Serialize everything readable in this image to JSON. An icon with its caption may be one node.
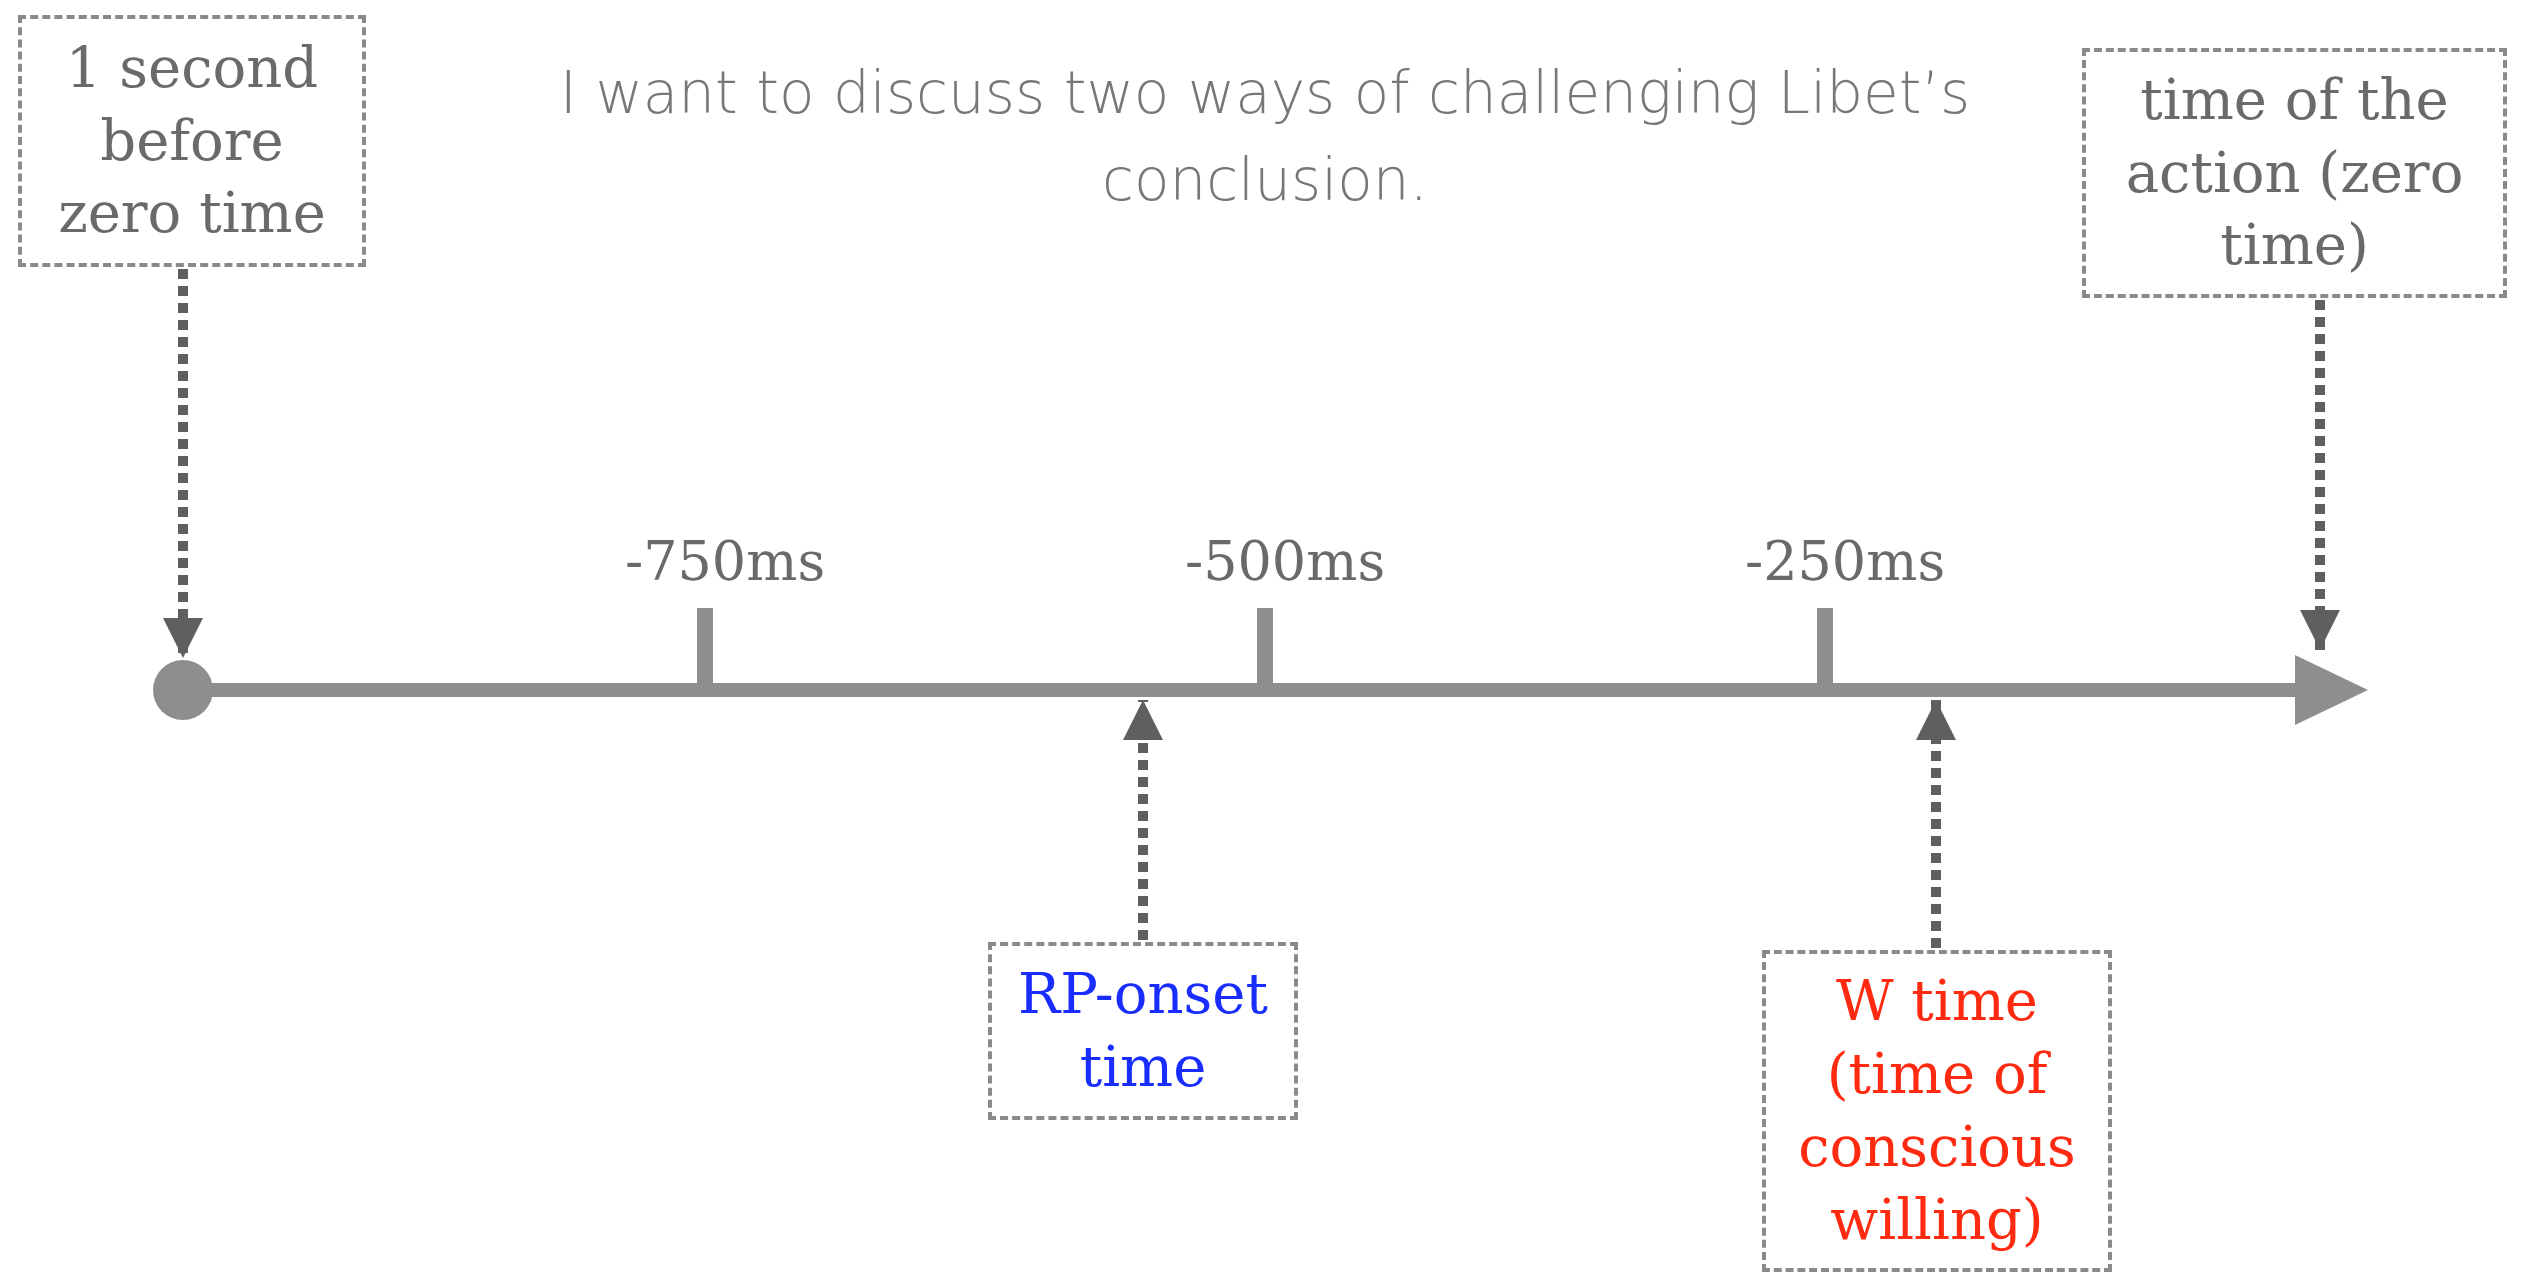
{
  "diagram": {
    "title": "I want to discuss two ways of challenging Libet’s conclusion.",
    "nodes": [
      {
        "text": [
          "1 second before zero time"
        ]
      },
      {
        "text": [
          "time of the action (zero time)"
        ]
      },
      {
        "text": [],
        "shape": "circle"
      },
      {
        "text": [
          "RP-onset time"
        ]
      },
      {
        "text": [
          "W time (time of conscious willing)"
        ]
      }
    ],
    "edges": [
      {
        "from": 0,
        "to": 2,
        "arrow": "to",
        "style": "dashed"
      },
      {
        "from": 1,
        "to": null,
        "arrow": "to",
        "style": "dashed"
      },
      {
        "from": 3,
        "to": null,
        "arrow": "to",
        "style": "dashed"
      },
      {
        "from": 4,
        "to": null,
        "arrow": "to",
        "style": "dashed"
      }
    ],
    "labels": [
      "-750ms",
      "-500ms",
      "-250ms"
    ]
  }
}
